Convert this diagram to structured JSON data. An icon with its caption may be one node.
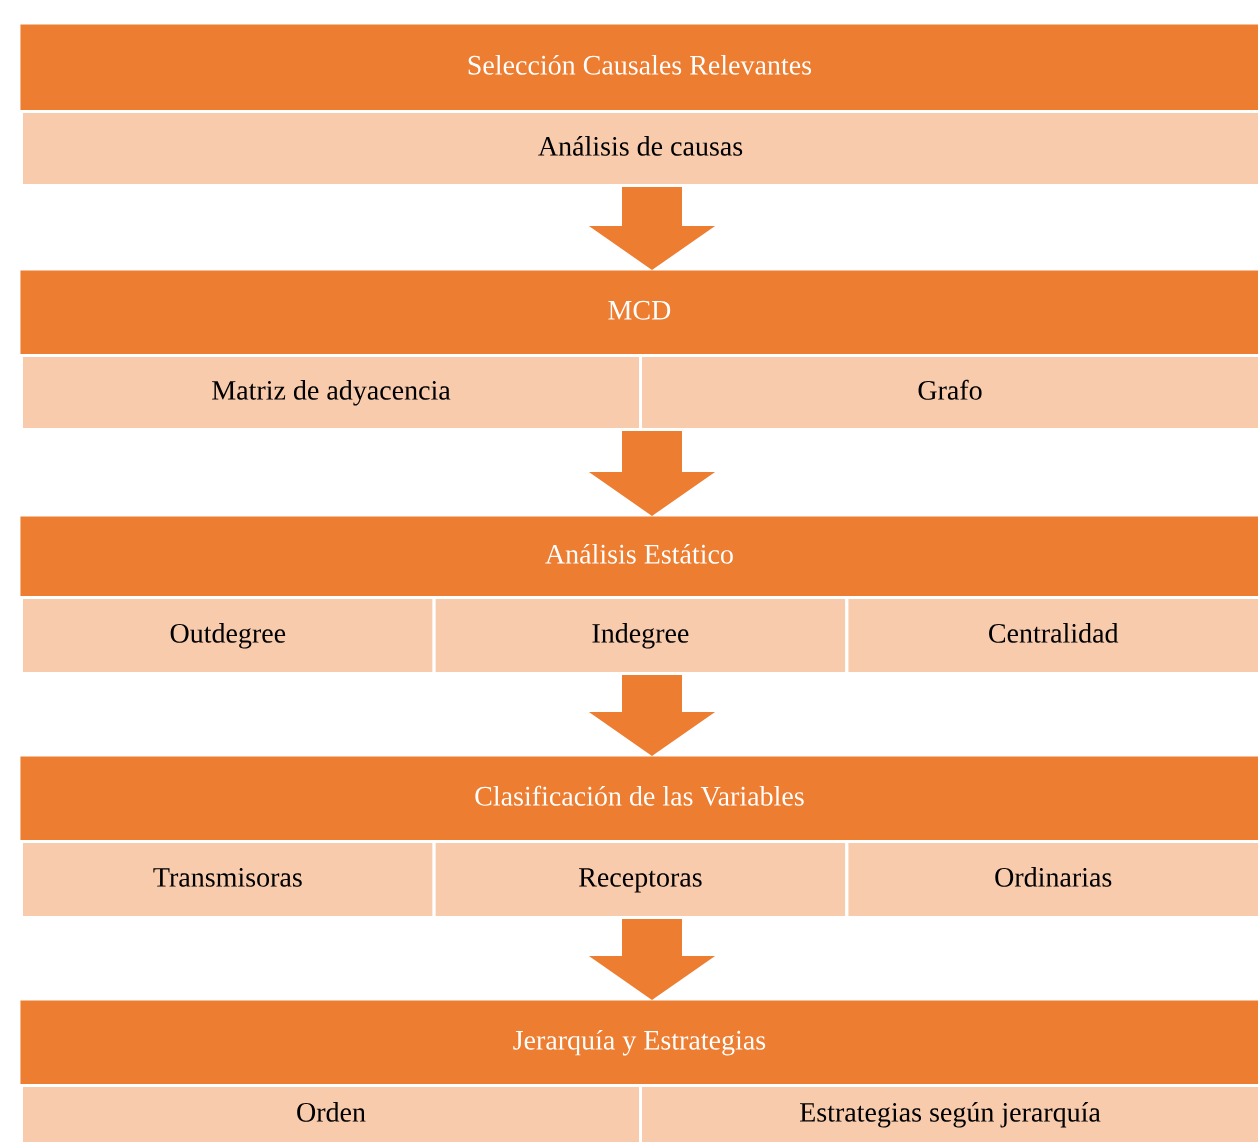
{
  "diagram": {
    "nodes": [
      {
        "text": [
          "Selección Causales Relevantes"
        ]
      },
      {
        "text": [
          "Análisis de causas"
        ]
      },
      {
        "text": [
          "MCD"
        ]
      },
      {
        "text": [
          "Matriz de adyacencia"
        ]
      },
      {
        "text": [
          "Grafo"
        ]
      },
      {
        "text": [
          "Análisis Estático"
        ]
      },
      {
        "text": [
          "Outdegree"
        ]
      },
      {
        "text": [
          "Indegree"
        ]
      },
      {
        "text": [
          "Centralidad"
        ]
      },
      {
        "text": [
          "Clasificación de las Variables"
        ]
      },
      {
        "text": [
          "Transmisoras"
        ]
      },
      {
        "text": [
          "Receptoras"
        ]
      },
      {
        "text": [
          "Ordinarias"
        ]
      },
      {
        "text": [
          "Jerarquía y Estrategias"
        ]
      },
      {
        "text": [
          "Orden"
        ]
      },
      {
        "text": [
          "Estrategias según jerarquía"
        ]
      }
    ],
    "edges": [
      {
        "from": 1,
        "to": 2,
        "arrow": "to"
      },
      {
        "from": 4,
        "to": 5,
        "arrow": "to"
      },
      {
        "from": 7,
        "to": 9,
        "arrow": "to"
      },
      {
        "from": 11,
        "to": 13,
        "arrow": "to"
      }
    ]
  }
}
